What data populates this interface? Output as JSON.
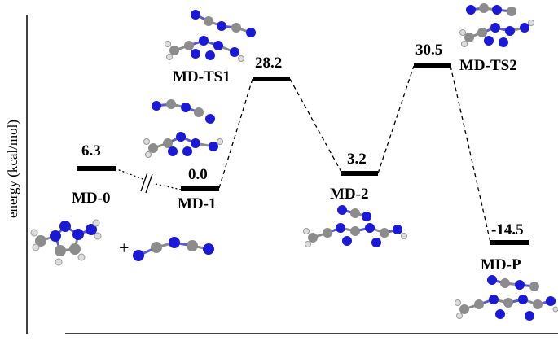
{
  "axis": {
    "ylabel": "energy (kcal/mol)"
  },
  "levels": [
    {
      "id": "md0",
      "value": "6.3",
      "name": "MD-0"
    },
    {
      "id": "md1",
      "value": "0.0",
      "name": "MD-1"
    },
    {
      "id": "mdts1",
      "value": "28.2",
      "name": "MD-TS1"
    },
    {
      "id": "md2",
      "value": "3.2",
      "name": "MD-2"
    },
    {
      "id": "mdts2",
      "value": "30.5",
      "name": "MD-TS2"
    },
    {
      "id": "mdp",
      "value": "-14.5",
      "name": "MD-P"
    }
  ],
  "plus_sign": "+",
  "colors": {
    "carbon": "#8c8c8c",
    "nitrogen": "#1a1ad6",
    "hydrogen": "#e0e0e0",
    "line": "#000000"
  }
}
